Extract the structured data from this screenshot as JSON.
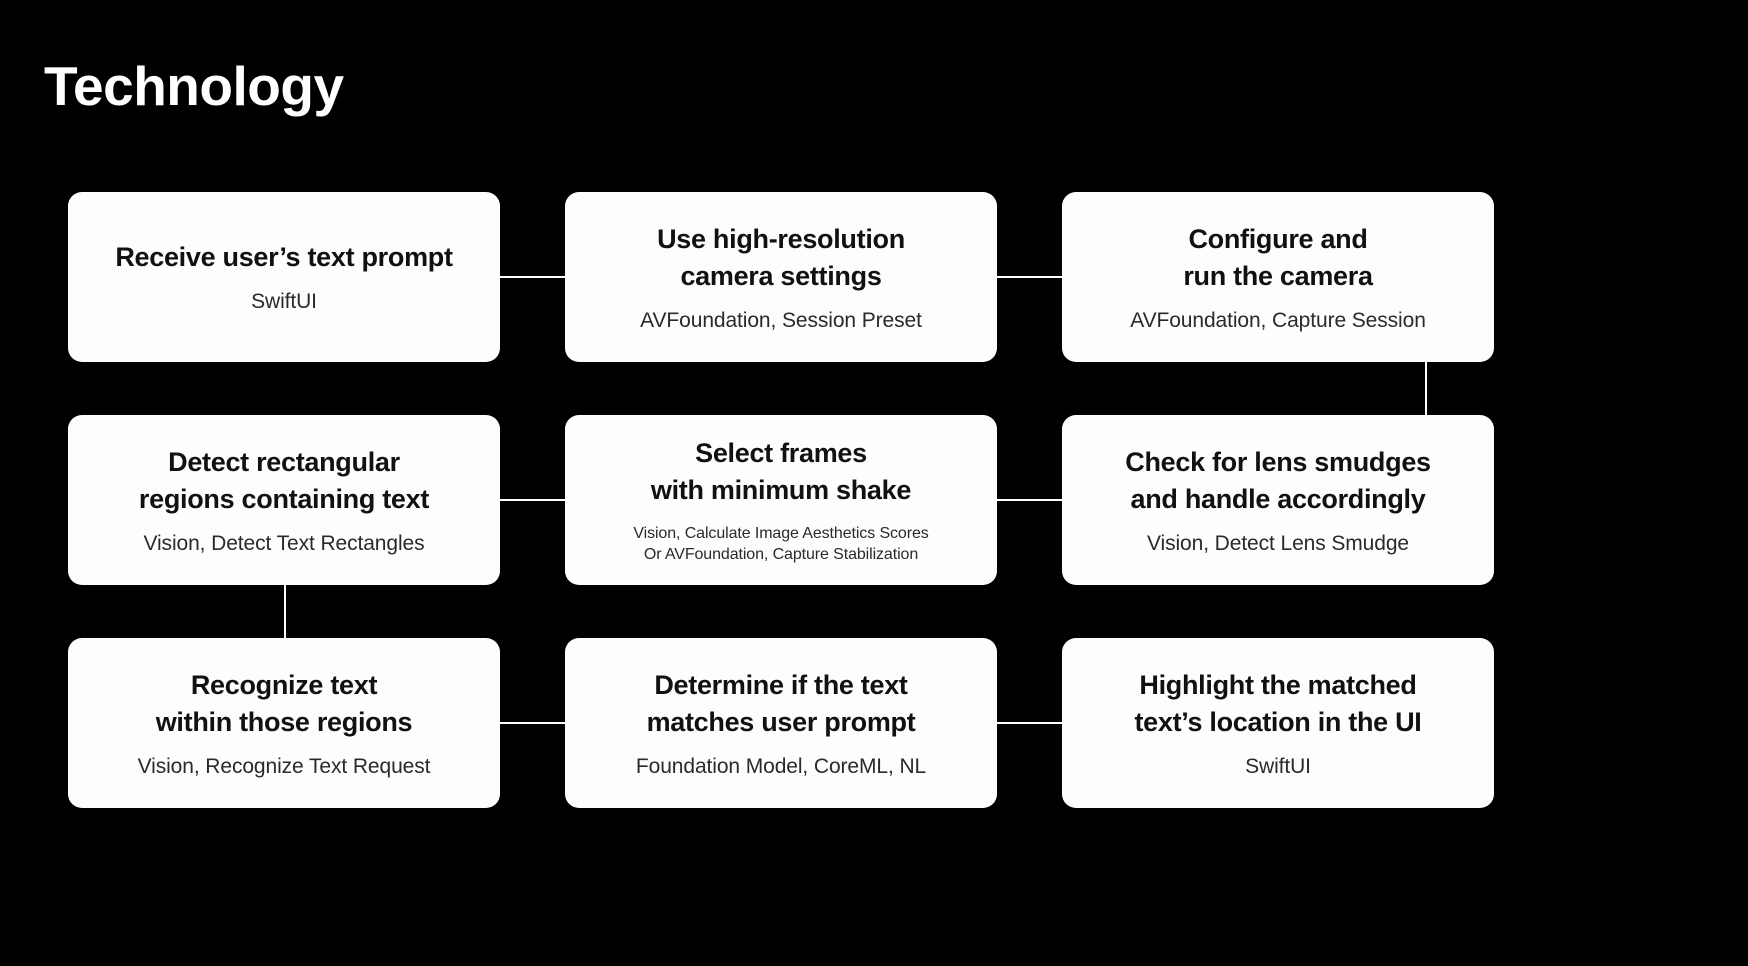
{
  "page": {
    "title": "Technology",
    "background_color": "#000000",
    "card_color": "#FDFDFD",
    "title_color": "#FFFFFF",
    "connector_color": "#FFFFFF"
  },
  "diagram_data": {
    "type": "flowchart",
    "layout": "3-column x 3-row grid",
    "columns": 3,
    "rows": 3,
    "nodes": [
      {
        "id": "n1",
        "row": 1,
        "col": 1,
        "title": "Receive user’s text prompt",
        "subtitle": "SwiftUI"
      },
      {
        "id": "n2",
        "row": 1,
        "col": 2,
        "title": "Use high-resolution\ncamera settings",
        "subtitle": "AVFoundation, Session Preset"
      },
      {
        "id": "n3",
        "row": 1,
        "col": 3,
        "title": "Configure and\nrun the camera",
        "subtitle": "AVFoundation, Capture Session"
      },
      {
        "id": "n4",
        "row": 2,
        "col": 1,
        "title": "Detect rectangular\nregions containing text",
        "subtitle": "Vision, Detect Text Rectangles"
      },
      {
        "id": "n5",
        "row": 2,
        "col": 2,
        "title": "Select frames\nwith minimum shake",
        "subtitle": "Vision, Calculate Image Aesthetics Scores\nOr AVFoundation, Capture Stabilization"
      },
      {
        "id": "n6",
        "row": 2,
        "col": 3,
        "title": "Check for lens smudges\nand handle accordingly",
        "subtitle": "Vision, Detect Lens Smudge"
      },
      {
        "id": "n7",
        "row": 3,
        "col": 1,
        "title": "Recognize text\nwithin those regions",
        "subtitle": "Vision, Recognize Text Request"
      },
      {
        "id": "n8",
        "row": 3,
        "col": 2,
        "title": "Determine if the text\nmatches user prompt",
        "subtitle": "Foundation Model, CoreML, NL"
      },
      {
        "id": "n9",
        "row": 3,
        "col": 3,
        "title": "Highlight the matched\ntext’s location in the UI",
        "subtitle": "SwiftUI"
      }
    ],
    "edges": [
      {
        "from": "n1",
        "to": "n2",
        "orientation": "horizontal"
      },
      {
        "from": "n2",
        "to": "n3",
        "orientation": "horizontal"
      },
      {
        "from": "n3",
        "to": "n6",
        "orientation": "vertical"
      },
      {
        "from": "n6",
        "to": "n5",
        "orientation": "horizontal"
      },
      {
        "from": "n5",
        "to": "n4",
        "orientation": "horizontal"
      },
      {
        "from": "n4",
        "to": "n7",
        "orientation": "vertical"
      },
      {
        "from": "n7",
        "to": "n8",
        "orientation": "horizontal"
      },
      {
        "from": "n8",
        "to": "n9",
        "orientation": "horizontal"
      }
    ]
  }
}
